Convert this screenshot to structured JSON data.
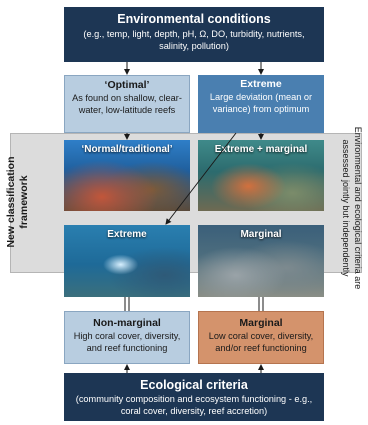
{
  "environmental": {
    "title": "Environmental conditions",
    "subtitle": "(e.g., temp, light, depth, pH, Ω, DO, turbidity, nutrients, salinity, pollution)"
  },
  "optimal": {
    "title": "‘Optimal’",
    "subtitle": "As found on shallow, clear-water, low-latitude reefs"
  },
  "extreme": {
    "title": "Extreme",
    "subtitle": "Large deviation (mean or variance) from optimum"
  },
  "framework": {
    "label": "New classification framework",
    "note": "Environmental and ecological criteria are assessed jointly but independently",
    "photos": {
      "top_left": "‘Normal/traditional’",
      "top_right": "Extreme + marginal",
      "bottom_left": "Extreme",
      "bottom_right": "Marginal"
    }
  },
  "non_marginal": {
    "title": "Non-marginal",
    "subtitle": "High coral cover, diversity, and reef functioning"
  },
  "marginal": {
    "title": "Marginal",
    "subtitle": "Low coral cover, diversity, and/or reef functioning"
  },
  "ecological": {
    "title": "Ecological criteria",
    "subtitle": "(community composition and ecosystem functioning - e.g., coral cover, diversity, reef accretion)"
  },
  "colors": {
    "dark_navy": "#1d3654",
    "light_blue": "#b8cde0",
    "mid_blue": "#4a7fb0",
    "orange": "#d4936c",
    "panel_gray": "#dcdcdc"
  }
}
